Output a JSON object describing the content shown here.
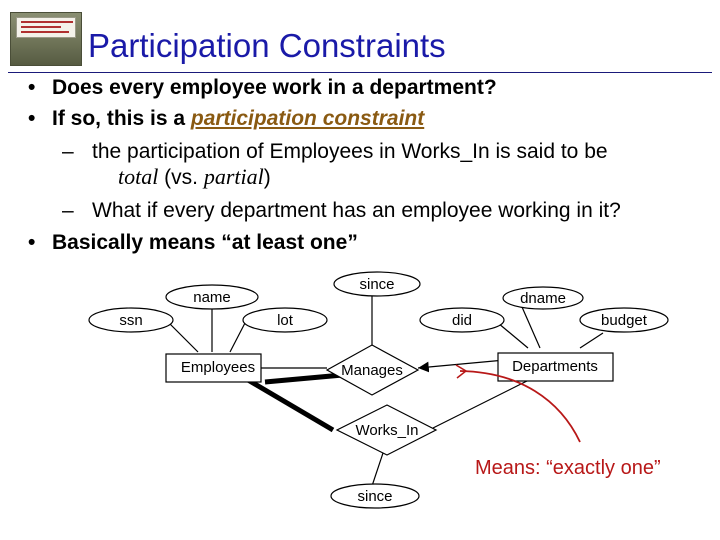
{
  "slide": {
    "title": "Participation Constraints",
    "accent_colors": {
      "title": "#1a1aa8",
      "term": "#8a5a12",
      "callout": "#b81818"
    }
  },
  "bullets": {
    "b1": "Does every employee work in a department?",
    "b2_prefix": "If so, this is a ",
    "b2_term": "participation constraint",
    "b2a_text": "the participation of Employees in Works_In is said to be",
    "b2a_total": "total",
    "b2a_mid": " (vs. ",
    "b2a_partial": "partial",
    "b2a_end": ")",
    "b2b_text": "What if every department has an employee working in it?",
    "b3": "Basically means “at least one”"
  },
  "diagram": {
    "attr_name": "name",
    "attr_ssn": "ssn",
    "attr_lot": "lot",
    "attr_since_top": "since",
    "attr_dname": "dname",
    "attr_did": "did",
    "attr_budget": "budget",
    "entity_employees": "Employees",
    "rel_manages": "Manages",
    "entity_departments": "Departments",
    "rel_works_in": "Works_In",
    "attr_since_bottom": "since",
    "callout": "Means: “exactly one”"
  }
}
